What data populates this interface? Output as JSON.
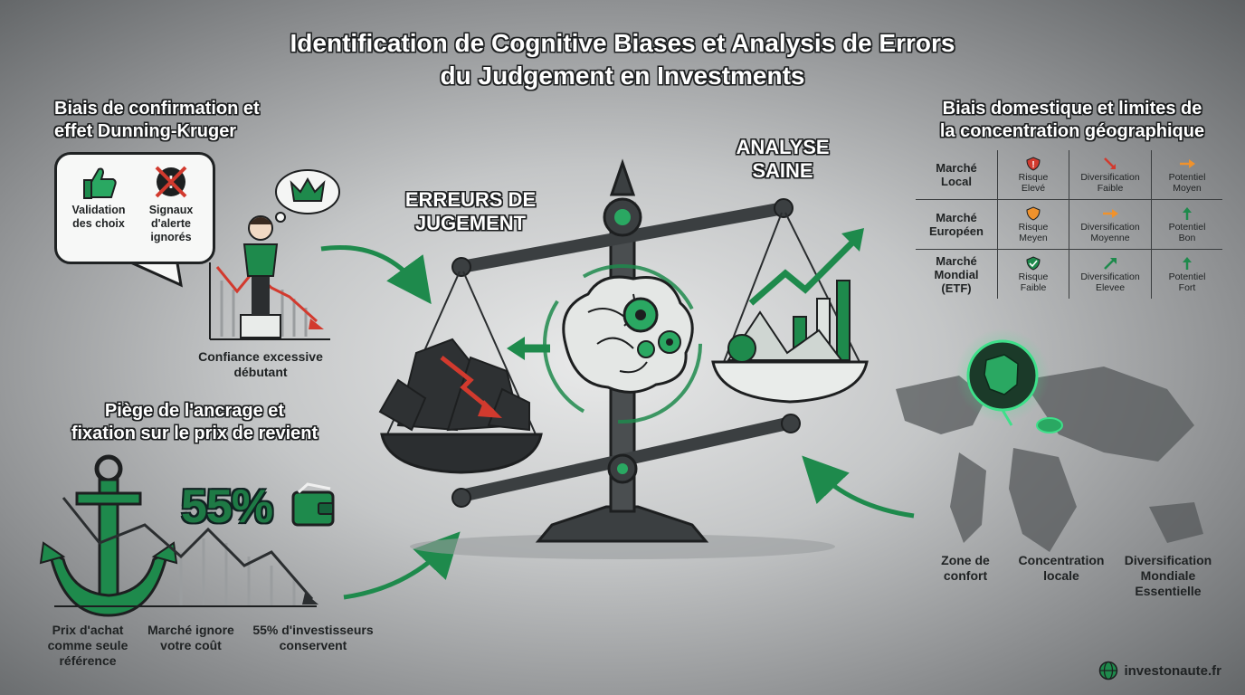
{
  "title": {
    "line1": "Identification de Cognitive Biases et Analysis de Errors",
    "line2": "du Judgement en Investments"
  },
  "confirmation": {
    "title_line1": "Biais de confirmation et",
    "title_line2": "effet Dunning-Kruger",
    "validation_line1": "Validation",
    "validation_line2": "des choix",
    "signals_line1": "Signaux",
    "signals_line2": "d'alerte",
    "signals_line3": "ignorés",
    "overconfidence_line1": "Confiance excessive",
    "overconfidence_line2": "débutant"
  },
  "scale": {
    "errors_line1": "ERREURS DE",
    "errors_line2": "JUGEMENT",
    "healthy_line1": "ANALYSE",
    "healthy_line2": "SAINE"
  },
  "anchoring": {
    "title_line1": "Piège de l'ancrage et",
    "title_line2": "fixation sur le prix de revient",
    "percent": "55%",
    "label1_line1": "Prix d'achat",
    "label1_line2": "comme seule",
    "label1_line3": "référence",
    "label2_line1": "Marché ignore",
    "label2_line2": "votre coût",
    "label3_line1": "55% d'investisseurs",
    "label3_line2": "conservent"
  },
  "domestic": {
    "title_line1": "Biais domestique et limites de",
    "title_line2": "la concentration géographique",
    "rows": [
      {
        "market_line1": "Marché",
        "market_line2": "Local",
        "market_line3": "",
        "risk_line1": "Risque",
        "risk_line2": "Elevé",
        "div_line1": "Diversification",
        "div_line2": "Faible",
        "pot_line1": "Potentiel",
        "pot_line2": "Moyen"
      },
      {
        "market_line1": "Marché",
        "market_line2": "Européen",
        "market_line3": "",
        "risk_line1": "Risque",
        "risk_line2": "Meyen",
        "div_line1": "Diversification",
        "div_line2": "Moyenne",
        "pot_line1": "Potentiel",
        "pot_line2": "Bon"
      },
      {
        "market_line1": "Marché",
        "market_line2": "Mondial",
        "market_line3": "(ETF)",
        "risk_line1": "Risque",
        "risk_line2": "Faible",
        "div_line1": "Diversification",
        "div_line2": "Elevee",
        "pot_line1": "Potentiel",
        "pot_line2": "Fort"
      }
    ],
    "comfort_line1": "Zone de",
    "comfort_line2": "confort",
    "concentration_line1": "Concentration",
    "concentration_line2": "locale",
    "diversification_line1": "Diversification",
    "diversification_line2": "Mondiale",
    "diversification_line3": "Essentielle"
  },
  "footer": {
    "site": "investonaute.fr"
  },
  "colors": {
    "accent_green": "#1e8a4c",
    "warning_red": "#d23a2e",
    "warning_orange": "#f0922c",
    "outline": "#1d1f20"
  },
  "icons": [
    "thumbs-up-icon",
    "no-alert-icon",
    "crown-icon",
    "brain-icon",
    "gear-icon",
    "anchor-icon",
    "wallet-icon",
    "shield-icon",
    "arrow-icon",
    "globe-icon",
    "france-map-icon",
    "world-map-icon"
  ]
}
